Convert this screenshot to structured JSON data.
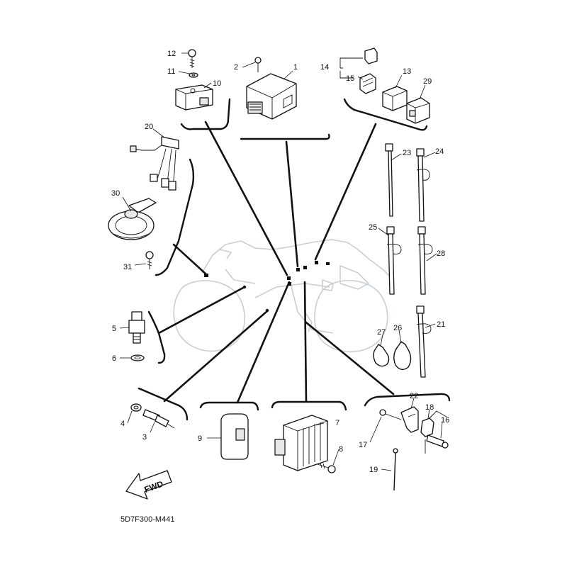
{
  "diagram_code": "5D7F300-M441",
  "fwd_label": "FWD",
  "callouts": {
    "p1": "1",
    "p2": "2",
    "p3": "3",
    "p4": "4",
    "p5": "5",
    "p6": "6",
    "p7": "7",
    "p8": "8",
    "p9": "9",
    "p10": "10",
    "p11": "11",
    "p12": "12",
    "p13": "13",
    "p14": "14",
    "p15": "15",
    "p16": "16",
    "p17": "17",
    "p18": "18",
    "p19": "19",
    "p20": "20",
    "p21": "21",
    "p22": "22",
    "p23": "23",
    "p24": "24",
    "p25": "25",
    "p26": "26",
    "p27": "27",
    "p28": "28",
    "p29": "29",
    "p30": "30",
    "p31": "31"
  },
  "colors": {
    "ink": "#111111",
    "ghost_outline": "#c9cdd4",
    "background": "#ffffff"
  }
}
